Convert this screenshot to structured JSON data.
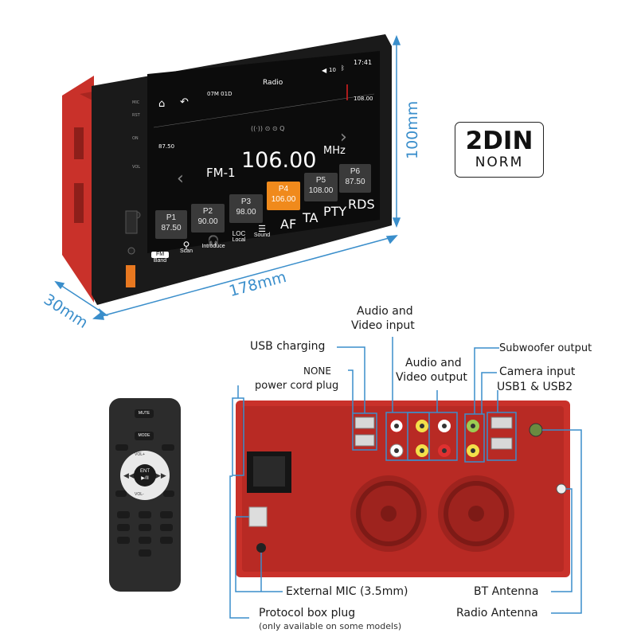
{
  "screen": {
    "status_time": "17:41",
    "status_volume": "10",
    "date_text": "07M 01D",
    "app_title": "Radio",
    "scale_left": "87.50",
    "scale_right": "108.00",
    "band": "FM-1",
    "frequency": "106.00",
    "freq_unit": "MHz",
    "presets": [
      {
        "label": "P1",
        "value": "87.50"
      },
      {
        "label": "P2",
        "value": "90.00"
      },
      {
        "label": "P3",
        "value": "98.00"
      },
      {
        "label": "P4",
        "value": "106.00"
      },
      {
        "label": "P5",
        "value": "108.00"
      },
      {
        "label": "P6",
        "value": "87.50"
      }
    ],
    "active_preset": "P4",
    "toolbar": [
      {
        "label": "Band",
        "icon": "fm-am-icon"
      },
      {
        "label": "Scan",
        "icon": "search-icon"
      },
      {
        "label": "Introduce",
        "icon": "headphones-icon"
      },
      {
        "label": "Local",
        "icon": "loc-icon"
      },
      {
        "label": "Sound",
        "icon": "equalizer-icon"
      }
    ],
    "toggles": [
      "AF",
      "TA",
      "PTY",
      "RDS"
    ],
    "side_labels": [
      "MIC",
      "RST",
      "ON",
      "VOL"
    ]
  },
  "dimensions": {
    "height": "100mm",
    "width": "178mm",
    "depth": "30mm"
  },
  "badge": {
    "main": "2DIN",
    "sub": "NORM"
  },
  "remote": {
    "mute": "MUTE",
    "mode": "MODE",
    "vol_up": "VOL+",
    "vol_down": "VOL-",
    "ent": "ENT",
    "play": "▶/II"
  },
  "rear_labels": {
    "usb_charging": "USB charging",
    "audio_video_input_1": "Audio and",
    "audio_video_input_2": "Video input",
    "audio_video_output_1": "Audio and",
    "audio_video_output_2": "Video output",
    "subwoofer_output": "Subwoofer output",
    "camera_input": "Camera input",
    "usb1_usb2": "USB1 & USB2",
    "none": "NONE",
    "power_cord_plug": "power cord plug",
    "external_mic": "External MIC (3.5mm)",
    "bt_antenna": "BT Antenna",
    "protocol_box_plug": "Protocol box plug",
    "protocol_box_note": "(only available on some models)",
    "radio_antenna": "Radio Antenna"
  },
  "colors": {
    "chassis_red": "#c9312a",
    "accent_blue": "#3a8ecb",
    "active_orange": "#f08a1c"
  }
}
